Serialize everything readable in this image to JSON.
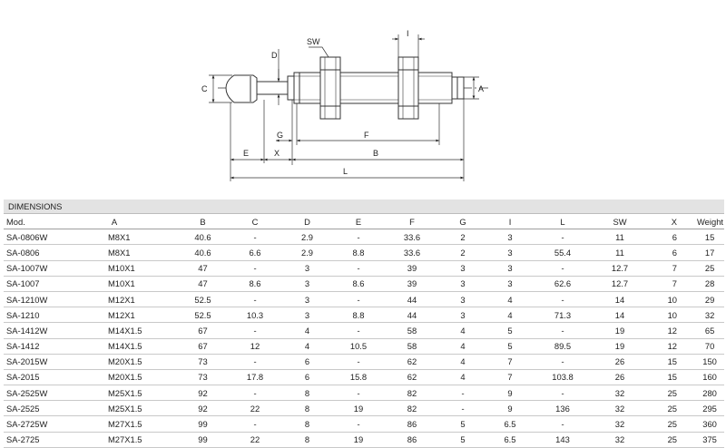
{
  "drawing": {
    "labels": {
      "sw": "SW",
      "d": "D",
      "i": "I",
      "c": "C",
      "a": "A",
      "g": "G",
      "f": "F",
      "e": "E",
      "x": "X",
      "b": "B",
      "l": "L"
    }
  },
  "table": {
    "title": "DIMENSIONS",
    "columns": [
      "Mod.",
      "A",
      "B",
      "C",
      "D",
      "E",
      "F",
      "G",
      "I",
      "L",
      "SW",
      "X",
      "Weight (g)"
    ],
    "rows": [
      [
        "SA-0806W",
        "M8X1",
        "40.6",
        "-",
        "2.9",
        "-",
        "33.6",
        "2",
        "3",
        "-",
        "11",
        "6",
        "15"
      ],
      [
        "SA-0806",
        "M8X1",
        "40.6",
        "6.6",
        "2.9",
        "8.8",
        "33.6",
        "2",
        "3",
        "55.4",
        "11",
        "6",
        "17"
      ],
      [
        "SA-1007W",
        "M10X1",
        "47",
        "-",
        "3",
        "-",
        "39",
        "3",
        "3",
        "-",
        "12.7",
        "7",
        "25"
      ],
      [
        "SA-1007",
        "M10X1",
        "47",
        "8.6",
        "3",
        "8.6",
        "39",
        "3",
        "3",
        "62.6",
        "12.7",
        "7",
        "28"
      ],
      [
        "SA-1210W",
        "M12X1",
        "52.5",
        "-",
        "3",
        "-",
        "44",
        "3",
        "4",
        "-",
        "14",
        "10",
        "29"
      ],
      [
        "SA-1210",
        "M12X1",
        "52.5",
        "10.3",
        "3",
        "8.8",
        "44",
        "3",
        "4",
        "71.3",
        "14",
        "10",
        "32"
      ],
      [
        "SA-1412W",
        "M14X1.5",
        "67",
        "-",
        "4",
        "-",
        "58",
        "4",
        "5",
        "-",
        "19",
        "12",
        "65"
      ],
      [
        "SA-1412",
        "M14X1.5",
        "67",
        "12",
        "4",
        "10.5",
        "58",
        "4",
        "5",
        "89.5",
        "19",
        "12",
        "70"
      ],
      [
        "SA-2015W",
        "M20X1.5",
        "73",
        "-",
        "6",
        "-",
        "62",
        "4",
        "7",
        "-",
        "26",
        "15",
        "150"
      ],
      [
        "SA-2015",
        "M20X1.5",
        "73",
        "17.8",
        "6",
        "15.8",
        "62",
        "4",
        "7",
        "103.8",
        "26",
        "15",
        "160"
      ],
      [
        "SA-2525W",
        "M25X1.5",
        "92",
        "-",
        "8",
        "-",
        "82",
        "-",
        "9",
        "-",
        "32",
        "25",
        "280"
      ],
      [
        "SA-2525",
        "M25X1.5",
        "92",
        "22",
        "8",
        "19",
        "82",
        "-",
        "9",
        "136",
        "32",
        "25",
        "295"
      ],
      [
        "SA-2725W",
        "M27X1.5",
        "99",
        "-",
        "8",
        "-",
        "86",
        "5",
        "6.5",
        "-",
        "32",
        "25",
        "360"
      ],
      [
        "SA-2725",
        "M27X1.5",
        "99",
        "22",
        "8",
        "19",
        "86",
        "5",
        "6.5",
        "143",
        "32",
        "25",
        "375"
      ]
    ]
  }
}
